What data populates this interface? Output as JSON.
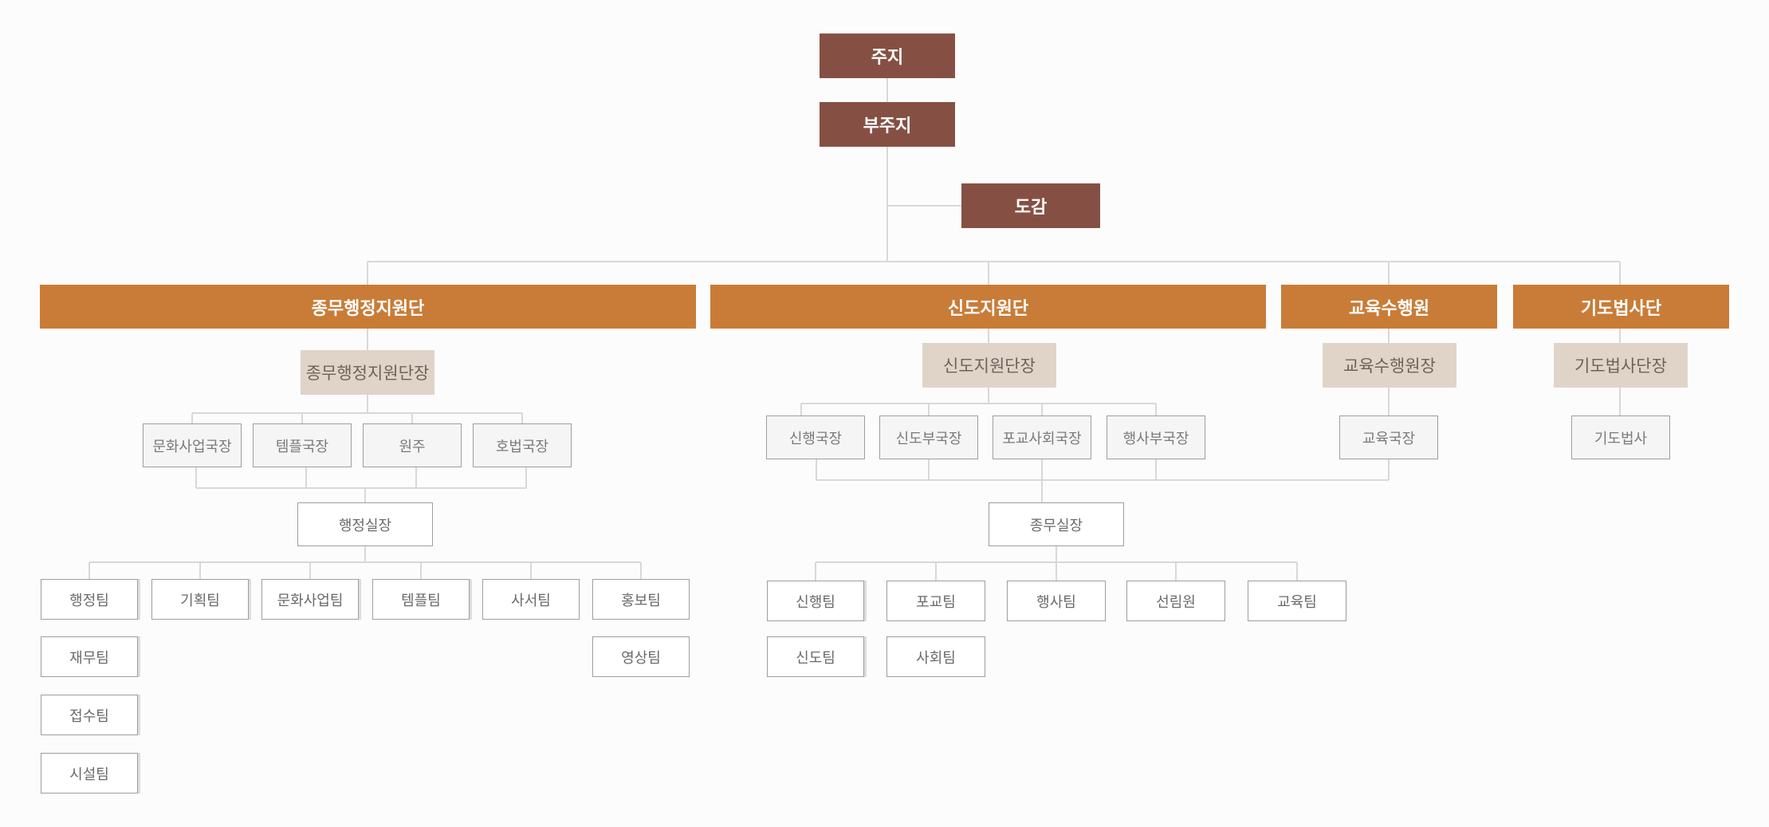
{
  "colors": {
    "top": "#855043",
    "division": "#c97c37",
    "head": "#e0d4c9",
    "line": "#d8d8d8"
  },
  "top": {
    "juji": "주지",
    "bujuji": "부주지",
    "dogam": "도감"
  },
  "divisions": {
    "admin": {
      "name": "종무행정지원단",
      "head": "종무행정지원단장",
      "directors": [
        "문화사업국장",
        "템플국장",
        "원주",
        "호법국장"
      ],
      "office": "행정실장",
      "teams": [
        "행정팀",
        "재무팀",
        "접수팀",
        "시설팀",
        "기획팀",
        "문화사업팀",
        "템플팀",
        "사서팀",
        "홍보팀",
        "영상팀"
      ]
    },
    "believer": {
      "name": "신도지원단",
      "head": "신도지원단장",
      "directors": [
        "신행국장",
        "신도부국장",
        "포교사회국장",
        "행사부국장"
      ],
      "office": "종무실장",
      "teams": [
        "신행팀",
        "신도팀",
        "포교팀",
        "사회팀",
        "행사팀",
        "선림원",
        "교육팀"
      ]
    },
    "edu": {
      "name": "교육수행원",
      "head": "교육수행원장",
      "directors": [
        "교육국장"
      ]
    },
    "prayer": {
      "name": "기도법사단",
      "head": "기도법사단장",
      "directors": [
        "기도법사"
      ]
    }
  }
}
